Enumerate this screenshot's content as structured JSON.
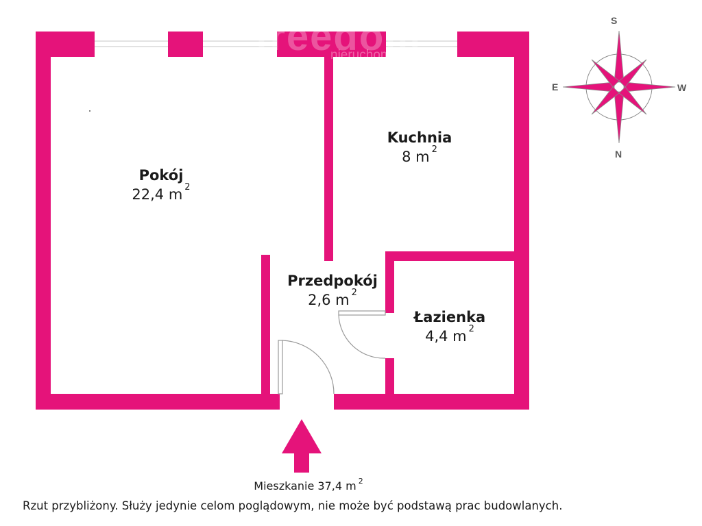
{
  "watermark": {
    "brand": "freedom",
    "sub": "nieruchomości"
  },
  "rooms": {
    "pokoj": {
      "name": "Pokój",
      "area": "22,4 m",
      "unit_sup": "2"
    },
    "kuchnia": {
      "name": "Kuchnia",
      "area": "8 m",
      "unit_sup": "2"
    },
    "przedpokoj": {
      "name": "Przedpokój",
      "area": "2,6 m",
      "unit_sup": "2"
    },
    "lazienka": {
      "name": "Łazienka",
      "area": "4,4 m",
      "unit_sup": "2"
    }
  },
  "compass": {
    "top": "S",
    "bottom": "N",
    "left": "E",
    "right": "W"
  },
  "total": {
    "label": "Mieszkanie 37,4 m",
    "unit_sup": "2"
  },
  "disclaimer": "Rzut przybliżony. Służy jedynie celom poglądowym, nie może być podstawą prac budowlanych.",
  "colors": {
    "wall": "#e5137a",
    "window": "#ffffff",
    "compass_outline": "#8a8a8a"
  },
  "icons": {
    "compass": "compass-rose-icon",
    "entrance": "entrance-arrow-icon"
  }
}
